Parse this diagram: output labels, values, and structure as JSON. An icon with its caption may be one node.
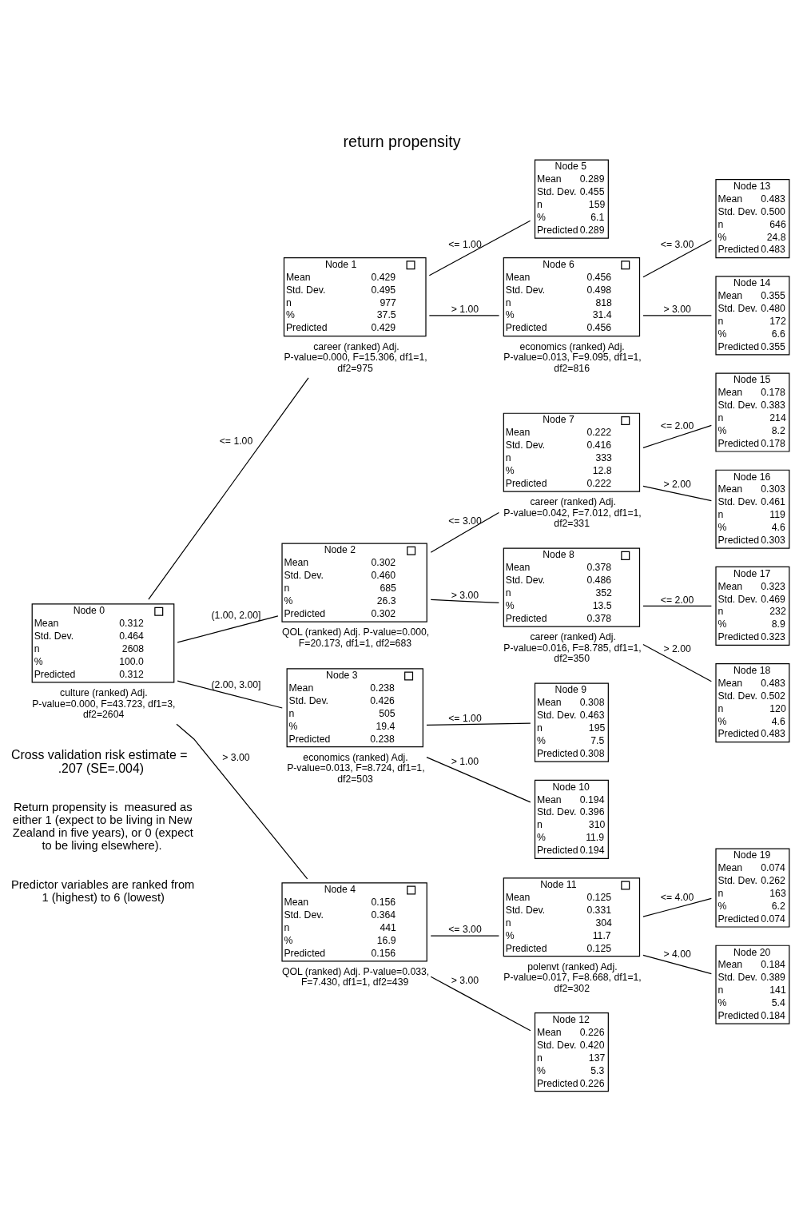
{
  "diagram": {
    "title": "return propensity",
    "caption": "Cross validation risk estimate = .207 (SE=.004)",
    "nodes": [
      {
        "text": [
          "Node 0",
          "Mean",
          "0.312",
          "Std. Dev.",
          "0.464",
          "n",
          "2608",
          "%",
          "100.0",
          "Predicted",
          "0.312"
        ],
        "beside": [
          "culture (ranked) Adj. P-value=0.000, F=43.723, df1=3, df2=2604"
        ]
      },
      {
        "text": [
          "Node 1",
          "Mean",
          "0.429",
          "Std. Dev.",
          "0.495",
          "n",
          "977",
          "%",
          "37.5",
          "Predicted",
          "0.429"
        ],
        "beside": [
          "career (ranked) Adj. P-value=0.000, F=15.306, df1=1, df2=975"
        ]
      },
      {
        "text": [
          "Node 2",
          "Mean",
          "0.302",
          "Std. Dev.",
          "0.460",
          "n",
          "685",
          "%",
          "26.3",
          "Predicted",
          "0.302"
        ],
        "beside": [
          "QOL (ranked) Adj. P-value=0.000, F=20.173, df1=1, df2=683"
        ]
      },
      {
        "text": [
          "Node 3",
          "Mean",
          "0.238",
          "Std. Dev.",
          "0.426",
          "n",
          "505",
          "%",
          "19.4",
          "Predicted",
          "0.238"
        ],
        "beside": [
          "economics (ranked) Adj. P-value=0.013, F=8.724, df1=1, df2=503"
        ]
      },
      {
        "text": [
          "Node 4",
          "Mean",
          "0.156",
          "Std. Dev.",
          "0.364",
          "n",
          "441",
          "%",
          "16.9",
          "Predicted",
          "0.156"
        ],
        "beside": [
          "QOL (ranked) Adj. P-value=0.033, F=7.430, df1=1, df2=439"
        ]
      },
      {
        "text": [
          "Node 5",
          "Mean",
          "0.289",
          "Std. Dev.",
          "0.455",
          "n",
          "159",
          "%",
          "6.1",
          "Predicted",
          "0.289"
        ]
      },
      {
        "text": [
          "Node 6",
          "Mean",
          "0.456",
          "Std. Dev.",
          "0.498",
          "n",
          "818",
          "%",
          "31.4",
          "Predicted",
          "0.456"
        ],
        "beside": [
          "economics (ranked) Adj. P-value=0.013, F=9.095, df1=1, df2=816"
        ]
      },
      {
        "text": [
          "Node 7",
          "Mean",
          "0.222",
          "Std. Dev.",
          "0.416",
          "n",
          "333",
          "%",
          "12.8",
          "Predicted",
          "0.222"
        ],
        "beside": [
          "career (ranked) Adj. P-value=0.042, F=7.012, df1=1, df2=331"
        ]
      },
      {
        "text": [
          "Node 8",
          "Mean",
          "0.378",
          "Std. Dev.",
          "0.486",
          "n",
          "352",
          "%",
          "13.5",
          "Predicted",
          "0.378"
        ],
        "beside": [
          "career (ranked) Adj. P-value=0.016, F=8.785, df1=1, df2=350"
        ]
      },
      {
        "text": [
          "Node 9",
          "Mean",
          "0.308",
          "Std. Dev.",
          "0.463",
          "n",
          "195",
          "%",
          "7.5",
          "Predicted",
          "0.308"
        ]
      },
      {
        "text": [
          "Node 10",
          "Mean",
          "0.194",
          "Std. Dev.",
          "0.396",
          "n",
          "310",
          "%",
          "11.9",
          "Predicted",
          "0.194"
        ]
      },
      {
        "text": [
          "Node 11",
          "Mean",
          "0.125",
          "Std. Dev.",
          "0.331",
          "n",
          "304",
          "%",
          "11.7",
          "Predicted",
          "0.125"
        ],
        "beside": [
          "polenvt (ranked) Adj. P-value=0.017, F=8.668, df1=1, df2=302"
        ]
      },
      {
        "text": [
          "Node 12",
          "Mean",
          "0.226",
          "Std. Dev.",
          "0.420",
          "n",
          "137",
          "%",
          "5.3",
          "Predicted",
          "0.226"
        ]
      },
      {
        "text": [
          "Node 13",
          "Mean",
          "0.483",
          "Std. Dev.",
          "0.500",
          "n",
          "646",
          "%",
          "24.8",
          "Predicted",
          "0.483"
        ]
      },
      {
        "text": [
          "Node 14",
          "Mean",
          "0.355",
          "Std. Dev.",
          "0.480",
          "n",
          "172",
          "%",
          "6.6",
          "Predicted",
          "0.355"
        ]
      },
      {
        "text": [
          "Node 15",
          "Mean",
          "0.178",
          "Std. Dev.",
          "0.383",
          "n",
          "214",
          "%",
          "8.2",
          "Predicted",
          "0.178"
        ]
      },
      {
        "text": [
          "Node 16",
          "Mean",
          "0.303",
          "Std. Dev.",
          "0.461",
          "n",
          "119",
          "%",
          "4.6",
          "Predicted",
          "0.303"
        ]
      },
      {
        "text": [
          "Node 17",
          "Mean",
          "0.323",
          "Std. Dev.",
          "0.469",
          "n",
          "232",
          "%",
          "8.9",
          "Predicted",
          "0.323"
        ]
      },
      {
        "text": [
          "Node 18",
          "Mean",
          "0.483",
          "Std. Dev.",
          "0.502",
          "n",
          "120",
          "%",
          "4.6",
          "Predicted",
          "0.483"
        ]
      },
      {
        "text": [
          "Node 19",
          "Mean",
          "0.074",
          "Std. Dev.",
          "0.262",
          "n",
          "163",
          "%",
          "6.2",
          "Predicted",
          "0.074"
        ]
      },
      {
        "text": [
          "Node 20",
          "Mean",
          "0.184",
          "Std. Dev.",
          "0.389",
          "n",
          "141",
          "%",
          "5.4",
          "Predicted",
          "0.184"
        ]
      }
    ],
    "edges": [
      {
        "from": 0,
        "to": 1,
        "arrow": "none",
        "label": "<= 1.00"
      },
      {
        "from": 0,
        "to": 2,
        "arrow": "none",
        "label": "(1.00, 2.00]"
      },
      {
        "from": 0,
        "to": 3,
        "arrow": "none",
        "label": "(2.00, 3.00]"
      },
      {
        "from": 0,
        "to": 4,
        "arrow": "none",
        "label": "> 3.00"
      },
      {
        "from": 1,
        "to": 5,
        "arrow": "none",
        "label": "<= 1.00"
      },
      {
        "from": 1,
        "to": 6,
        "arrow": "none",
        "label": "> 1.00"
      },
      {
        "from": 2,
        "to": 7,
        "arrow": "none",
        "label": "<= 3.00"
      },
      {
        "from": 2,
        "to": 8,
        "arrow": "none",
        "label": "> 3.00"
      },
      {
        "from": 3,
        "to": 9,
        "arrow": "none",
        "label": "<= 1.00"
      },
      {
        "from": 3,
        "to": 10,
        "arrow": "none",
        "label": "> 1.00"
      },
      {
        "from": 4,
        "to": 11,
        "arrow": "none",
        "label": "<= 3.00"
      },
      {
        "from": 4,
        "to": 12,
        "arrow": "none",
        "label": "> 3.00"
      },
      {
        "from": 6,
        "to": 13,
        "arrow": "none",
        "label": "<= 3.00"
      },
      {
        "from": 6,
        "to": 14,
        "arrow": "none",
        "label": "> 3.00"
      },
      {
        "from": 7,
        "to": 15,
        "arrow": "none",
        "label": "<= 2.00"
      },
      {
        "from": 7,
        "to": 16,
        "arrow": "none",
        "label": "> 2.00"
      },
      {
        "from": 8,
        "to": 17,
        "arrow": "none",
        "label": "<= 2.00"
      },
      {
        "from": 8,
        "to": 18,
        "arrow": "none",
        "label": "> 2.00"
      },
      {
        "from": 11,
        "to": 19,
        "arrow": "none",
        "label": "<= 4.00"
      },
      {
        "from": 11,
        "to": 20,
        "arrow": "none",
        "label": "> 4.00"
      }
    ],
    "labels": [
      "Return propensity is  measured as either 1 (expect to be living in New Zealand in five years), or 0 (expect to be living elsewhere).",
      "Predictor variables are ranked from 1 (highest) to 6 (lowest)"
    ]
  }
}
